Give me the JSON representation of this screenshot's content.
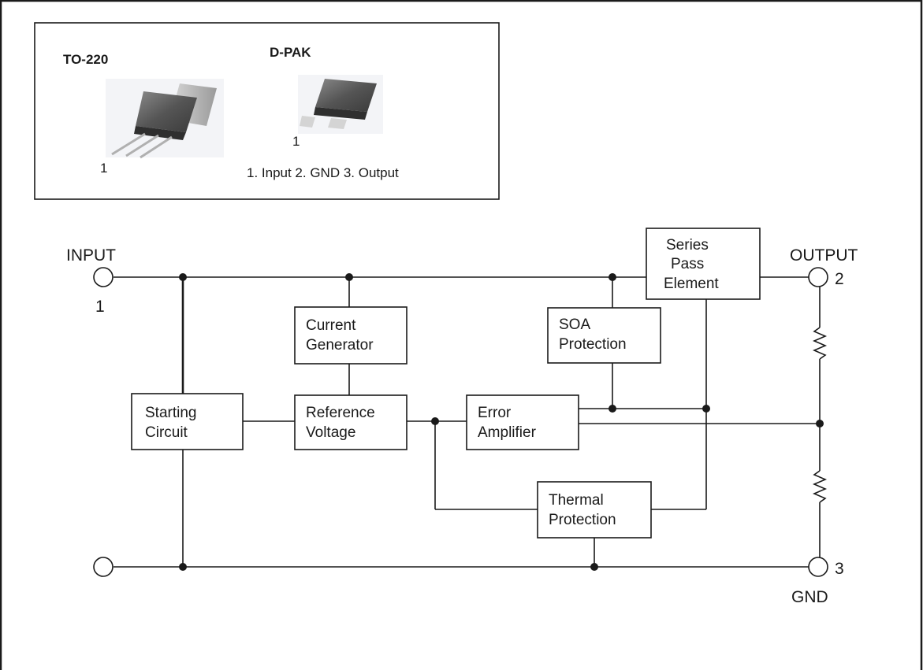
{
  "packages": {
    "to220_label": "TO-220",
    "to220_pin": "1",
    "dpak_label": "D-PAK",
    "dpak_pin": "1",
    "pinout": "1. Input 2. GND 3. Output"
  },
  "terminals": {
    "input_label": "INPUT",
    "input_pin": "1",
    "output_label": "OUTPUT",
    "output_pin": "2",
    "gnd_label": "GND",
    "gnd_pin": "3"
  },
  "blocks": {
    "series_pass": [
      "Series",
      "Pass",
      "Element"
    ],
    "current_generator": [
      "Current",
      "Generator"
    ],
    "soa_protection": [
      "SOA",
      "Protection"
    ],
    "starting_circuit": [
      "Starting",
      "Circuit"
    ],
    "reference_voltage": [
      "Reference",
      "Voltage"
    ],
    "error_amplifier": [
      "Error",
      "Amplifier"
    ],
    "thermal_protection": [
      "Thermal",
      "Protection"
    ]
  },
  "colors": {
    "line": "#1a1a1a",
    "background": "#ffffff"
  }
}
